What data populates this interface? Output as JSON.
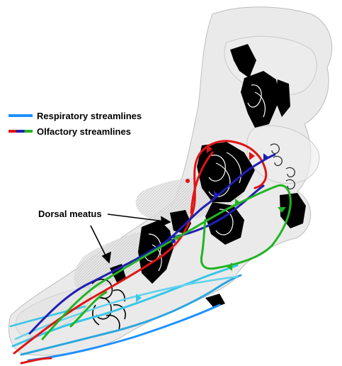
{
  "legend": {
    "respiratory_label": "Respiratory streamlines",
    "olfactory_label": "Olfactory streamlines"
  },
  "annotation": {
    "dorsal_meatus": "Dorsal meatus"
  },
  "colors": {
    "respiratory": "#1e90ff",
    "respiratory_light": "#38c6e8",
    "olfactory_red": "#e01414",
    "olfactory_blue": "#1f1fb4",
    "olfactory_green": "#22b422",
    "tissue": "#000000",
    "cavity_shell": "#cfcfcf"
  }
}
